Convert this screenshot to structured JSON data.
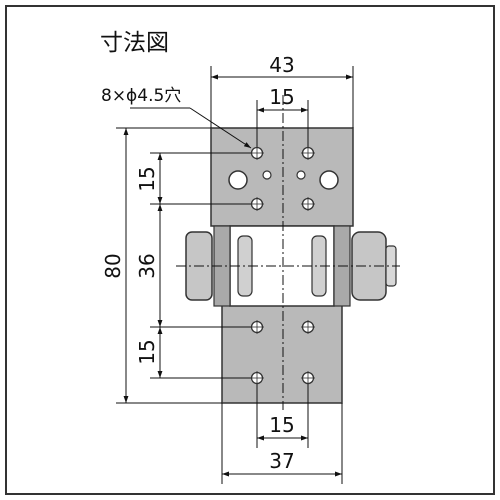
{
  "title": "寸法図",
  "hole_note": "8×ϕ4.5穴",
  "dimensions": {
    "top_width": "43",
    "top_hole_pitch": "15",
    "overall_height": "80",
    "upper_pitch": "15",
    "center_pitch": "36",
    "lower_pitch": "15",
    "bottom_hole_pitch": "15",
    "bottom_width": "37"
  },
  "colors": {
    "frame": "#333333",
    "plate": "#b9b9b9",
    "plate_edge": "#333333",
    "hole_fill": "#ffffff",
    "dim_line": "#111111"
  }
}
